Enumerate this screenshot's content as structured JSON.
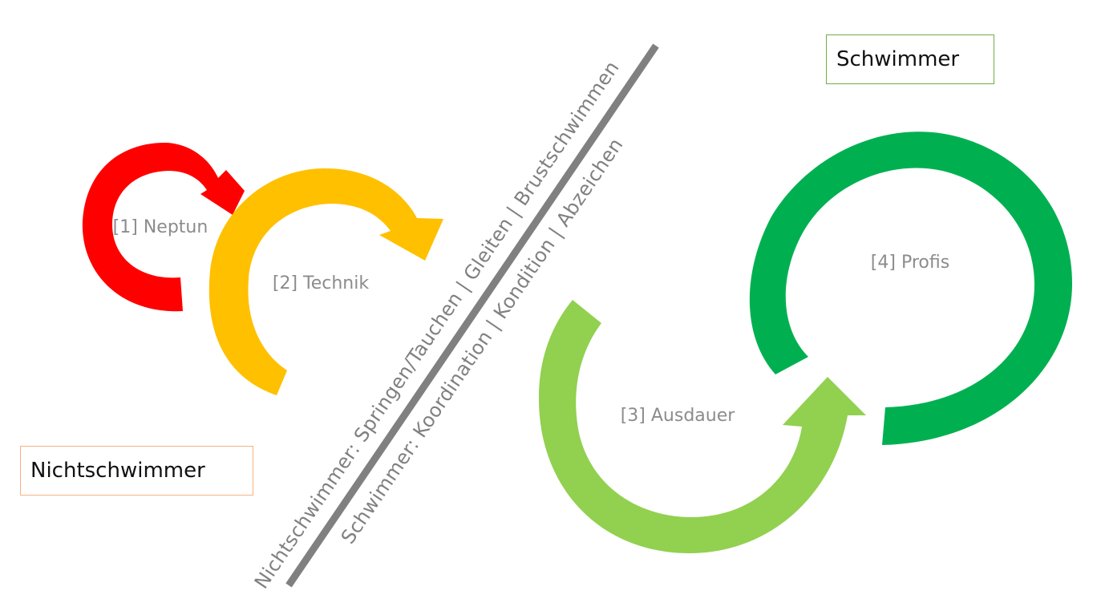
{
  "stages": [
    {
      "label": "[1] Neptun",
      "color": "#ff0000"
    },
    {
      "label": "[2] Technik",
      "color": "#ffc000"
    },
    {
      "label": "[3] Ausdauer",
      "color": "#92d050"
    },
    {
      "label": "[4] Profis",
      "color": "#00b050"
    }
  ],
  "groups": {
    "schwimmer": {
      "label": "Schwimmer",
      "border_color": "#70ad47"
    },
    "nichtschwimmer": {
      "label": "Nichtschwimmer",
      "border_color": "#f4b183"
    }
  },
  "divider": {
    "color": "#808080",
    "text_upper": "Nichtschwimmer: Springen/Tauchen | Gleiten | Brustschwimmen",
    "text_lower": "Schwimmer: Koordination | Kondition | Abzeichen"
  }
}
